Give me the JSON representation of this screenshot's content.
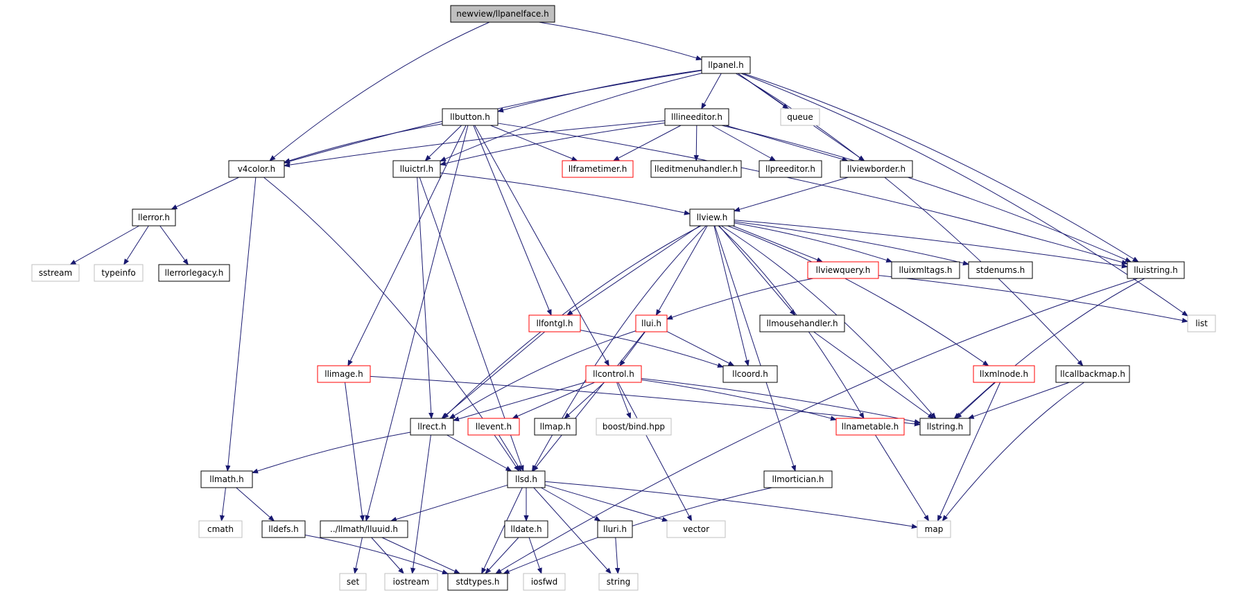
{
  "graph": {
    "title": "newview/llpanelface.h",
    "colors": {
      "edge": "#191970",
      "box_black": "#000000",
      "box_red": "#ff0000",
      "box_gray": "#bfbfbf",
      "root_fill": "#bfbfbf"
    },
    "nodes": [
      {
        "id": "n_root",
        "label": "newview/llpanelface.h",
        "style": "root"
      },
      {
        "id": "n_llpanel",
        "label": "llpanel.h",
        "style": "black"
      },
      {
        "id": "n_llbutton",
        "label": "llbutton.h",
        "style": "black"
      },
      {
        "id": "n_lllineeditor",
        "label": "lllineeditor.h",
        "style": "black"
      },
      {
        "id": "n_queue",
        "label": "queue",
        "style": "gray"
      },
      {
        "id": "n_v4color",
        "label": "v4color.h",
        "style": "black"
      },
      {
        "id": "n_lluictrl",
        "label": "lluictrl.h",
        "style": "black"
      },
      {
        "id": "n_llframetimer",
        "label": "llframetimer.h",
        "style": "red"
      },
      {
        "id": "n_lleditmenuhandler",
        "label": "lleditmenuhandler.h",
        "style": "black"
      },
      {
        "id": "n_llpreeditor",
        "label": "llpreeditor.h",
        "style": "black"
      },
      {
        "id": "n_llviewborder",
        "label": "llviewborder.h",
        "style": "black"
      },
      {
        "id": "n_llerror",
        "label": "llerror.h",
        "style": "black"
      },
      {
        "id": "n_llview",
        "label": "llview.h",
        "style": "black"
      },
      {
        "id": "n_sstream",
        "label": "sstream",
        "style": "gray"
      },
      {
        "id": "n_typeinfo",
        "label": "typeinfo",
        "style": "gray"
      },
      {
        "id": "n_llerrorlegacy",
        "label": "llerrorlegacy.h",
        "style": "black"
      },
      {
        "id": "n_llviewquery",
        "label": "llviewquery.h",
        "style": "red"
      },
      {
        "id": "n_lluixmltags",
        "label": "lluixmltags.h",
        "style": "black"
      },
      {
        "id": "n_stdenums",
        "label": "stdenums.h",
        "style": "black"
      },
      {
        "id": "n_lluistring",
        "label": "lluistring.h",
        "style": "black"
      },
      {
        "id": "n_list",
        "label": "list",
        "style": "gray"
      },
      {
        "id": "n_llfontgl",
        "label": "llfontgl.h",
        "style": "red"
      },
      {
        "id": "n_llui",
        "label": "llui.h",
        "style": "red"
      },
      {
        "id": "n_llmousehandler",
        "label": "llmousehandler.h",
        "style": "black"
      },
      {
        "id": "n_llimage",
        "label": "llimage.h",
        "style": "red"
      },
      {
        "id": "n_llcontrol",
        "label": "llcontrol.h",
        "style": "red"
      },
      {
        "id": "n_llcoord",
        "label": "llcoord.h",
        "style": "black"
      },
      {
        "id": "n_llxmlnode",
        "label": "llxmlnode.h",
        "style": "red"
      },
      {
        "id": "n_llcallbackmap",
        "label": "llcallbackmap.h",
        "style": "black"
      },
      {
        "id": "n_llrect",
        "label": "llrect.h",
        "style": "black"
      },
      {
        "id": "n_llevent",
        "label": "llevent.h",
        "style": "red"
      },
      {
        "id": "n_llmap",
        "label": "llmap.h",
        "style": "black"
      },
      {
        "id": "n_boostbind",
        "label": "boost/bind.hpp",
        "style": "gray"
      },
      {
        "id": "n_llnametable",
        "label": "llnametable.h",
        "style": "red"
      },
      {
        "id": "n_llstring",
        "label": "llstring.h",
        "style": "black"
      },
      {
        "id": "n_llmath",
        "label": "llmath.h",
        "style": "black"
      },
      {
        "id": "n_llsd",
        "label": "llsd.h",
        "style": "black"
      },
      {
        "id": "n_llmortician",
        "label": "llmortician.h",
        "style": "black"
      },
      {
        "id": "n_cmath",
        "label": "cmath",
        "style": "gray"
      },
      {
        "id": "n_lldefs",
        "label": "lldefs.h",
        "style": "black"
      },
      {
        "id": "n_lluuid",
        "label": "../llmath/lluuid.h",
        "style": "black"
      },
      {
        "id": "n_lldate",
        "label": "lldate.h",
        "style": "black"
      },
      {
        "id": "n_lluri",
        "label": "lluri.h",
        "style": "black"
      },
      {
        "id": "n_vector",
        "label": "vector",
        "style": "gray"
      },
      {
        "id": "n_map",
        "label": "map",
        "style": "gray"
      },
      {
        "id": "n_set",
        "label": "set",
        "style": "gray"
      },
      {
        "id": "n_iostream",
        "label": "iostream",
        "style": "gray"
      },
      {
        "id": "n_stdtypes",
        "label": "stdtypes.h",
        "style": "black"
      },
      {
        "id": "n_iosfwd",
        "label": "iosfwd",
        "style": "gray"
      },
      {
        "id": "n_string",
        "label": "string",
        "style": "gray"
      }
    ]
  }
}
